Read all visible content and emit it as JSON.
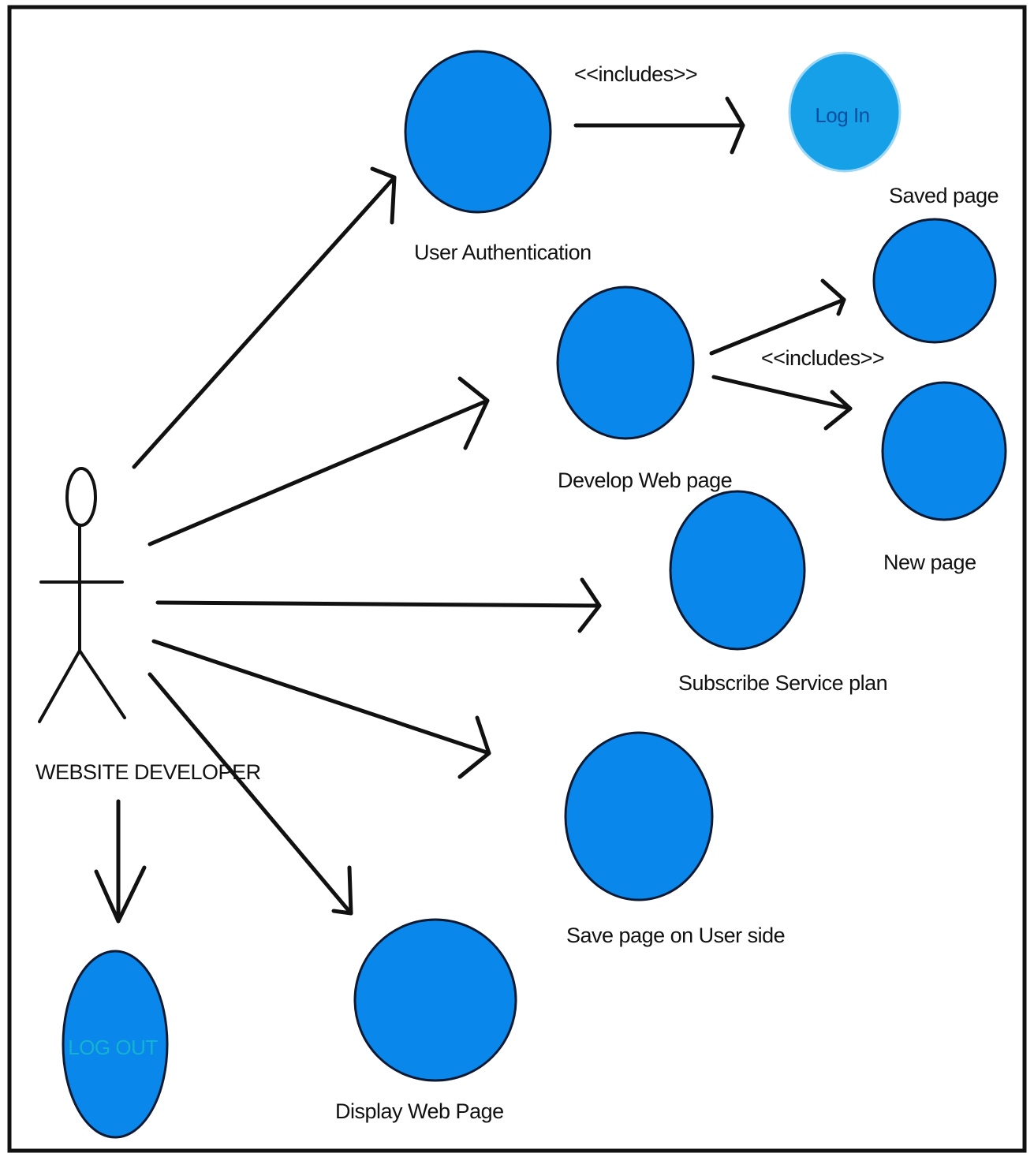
{
  "actor": {
    "label": "WEBSITE DEVELOPER"
  },
  "use_cases": {
    "user_authentication": {
      "label": "User Authentication"
    },
    "log_in": {
      "label": "Log In"
    },
    "saved_page": {
      "label": "Saved page"
    },
    "develop_web_page": {
      "label": "Develop Web page"
    },
    "new_page": {
      "label": "New page"
    },
    "subscribe_service_plan": {
      "label": "Subscribe Service plan"
    },
    "save_page_user_side": {
      "label": "Save page on User side"
    },
    "display_web_page": {
      "label": "Display Web Page"
    },
    "log_out": {
      "label": "LOG OUT"
    }
  },
  "relations": {
    "includes_login": "<<includes>>",
    "includes_pages": "<<includes>>"
  },
  "colors": {
    "use_case_fill": "#0a87ea",
    "use_case_stroke": "#0d1a33",
    "login_fill": "#16a0e8",
    "login_text": "#0b4fa0",
    "logout_text": "#14b3cf",
    "frame": "#111111"
  }
}
